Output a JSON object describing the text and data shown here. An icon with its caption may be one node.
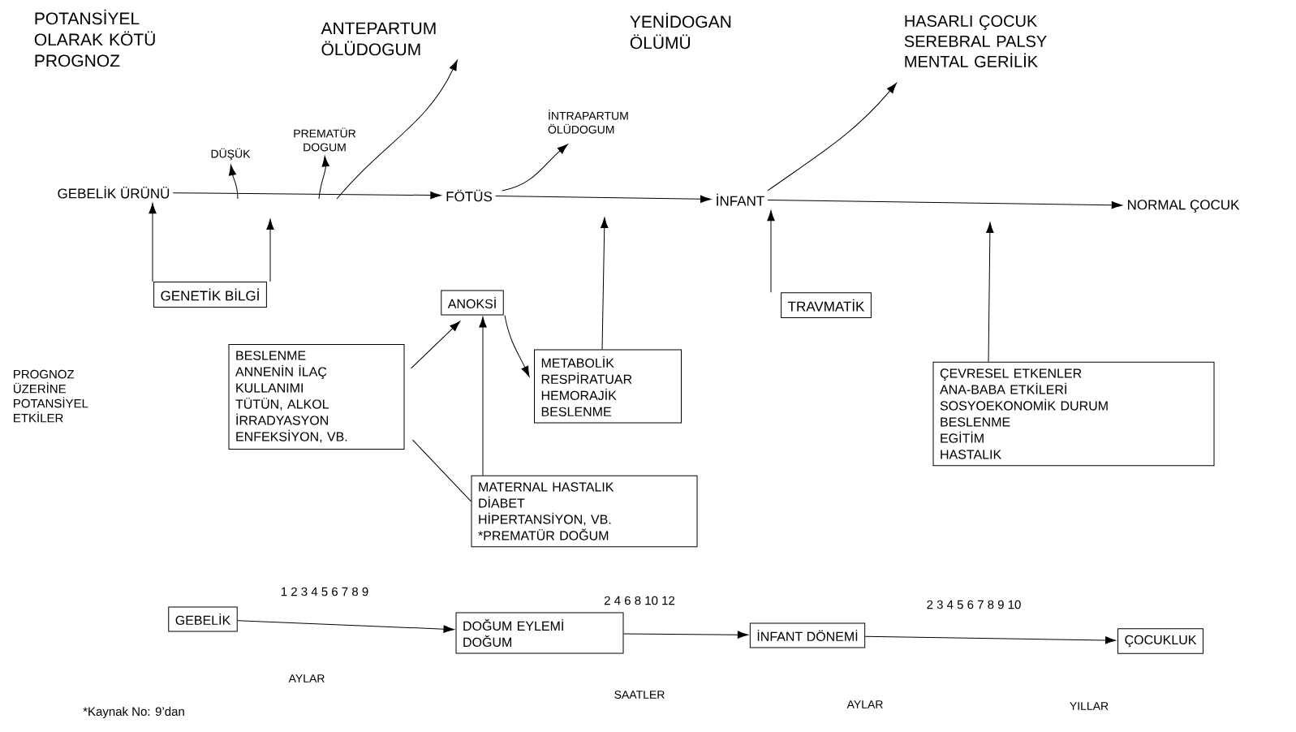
{
  "diagram": {
    "nodes": [
      {
        "text": [
          "GEBELİK ÜRÜNÜ"
        ]
      },
      {
        "text": [
          "FÖTÜS"
        ]
      },
      {
        "text": [
          "İNFANT"
        ]
      },
      {
        "text": [
          "NORMAL ÇOCUK"
        ]
      },
      {
        "text": [
          "ANTEPARTUM ÖLÜDOGUM"
        ]
      },
      {
        "text": [
          "DÜŞÜK"
        ]
      },
      {
        "text": [
          "PREMATÜR DOGUM"
        ]
      },
      {
        "text": [
          "İNTRAPARTUM ÖLÜDOGUM"
        ]
      },
      {
        "text": [
          "HASARLI ÇOCUK",
          "SEREBRAL PALSY MENTAL GERİLİK"
        ]
      },
      {
        "text": [
          "GENETİK BİLGİ"
        ]
      },
      {
        "text": [
          "ANOKSİ"
        ]
      },
      {
        "text": [
          "BESLENME",
          "ANNENİN İLAÇ KULLANIMI",
          "TÜTÜN, ALKOL",
          "İRRADYASYON",
          "ENFEKSİYON, VB."
        ]
      },
      {
        "text": [
          "METABOLİK",
          "RESPİRATUAR",
          "HEMORAJİK",
          "BESLENME"
        ]
      },
      {
        "text": [
          "MATERNAL HASTALIK",
          "DİABET",
          "HİPERTANSİYON, VB.",
          "*PREMATÜR DOĞUM"
        ]
      },
      {
        "text": [
          "TRAVMATİK"
        ]
      },
      {
        "text": [
          "ÇEVRESEL ETKENLER",
          "ANA-BABA ETKİLERİ",
          "SOSYOEKONOMİK DURUM",
          "BESLENME",
          "EGİTİM",
          "HASTALIK"
        ]
      },
      {
        "text": [
          "GEBELİK"
        ]
      },
      {
        "text": [
          "DOĞUM EYLEMİ",
          "DOĞUM"
        ]
      },
      {
        "text": [
          "İNFANT DÖNEMİ"
        ]
      },
      {
        "text": [
          "ÇOCUKLUK"
        ]
      }
    ],
    "edges": [
      {
        "from": 0,
        "to": 1,
        "arrow": "to"
      },
      {
        "from": 1,
        "to": 2,
        "arrow": "to"
      },
      {
        "from": 2,
        "to": 3,
        "arrow": "to"
      },
      {
        "from": null,
        "to": 5,
        "arrow": "to"
      },
      {
        "from": null,
        "to": 6,
        "arrow": "to"
      },
      {
        "from": null,
        "to": 4,
        "arrow": "to"
      },
      {
        "from": 1,
        "to": 7,
        "arrow": "to"
      },
      {
        "from": 2,
        "to": 8,
        "arrow": "to"
      },
      {
        "from": 9,
        "to": 0,
        "arrow": "to"
      },
      {
        "from": 9,
        "to": null,
        "arrow": "to"
      },
      {
        "from": 11,
        "to": 10,
        "arrow": "to"
      },
      {
        "from": 13,
        "to": 10,
        "arrow": "to"
      },
      {
        "from": 10,
        "to": 12,
        "arrow": "to"
      },
      {
        "from": 11,
        "to": 13,
        "arrow": "none"
      },
      {
        "from": 12,
        "to": null,
        "arrow": "to"
      },
      {
        "from": 14,
        "to": 2,
        "arrow": "to"
      },
      {
        "from": 15,
        "to": null,
        "arrow": "to"
      },
      {
        "from": 16,
        "to": 17,
        "arrow": "to"
      },
      {
        "from": 17,
        "to": 18,
        "arrow": "to"
      },
      {
        "from": 18,
        "to": 19,
        "arrow": "to"
      }
    ],
    "labels": [
      "POTANSİYEL OLARAK KÖTÜ PROGNOZ",
      "YENİDOGAN ÖLÜMÜ",
      "PROGNOZ ÜZERİNE POTANSİYEL ETKİLER",
      "1 2 3 4 5 6 7 8 9",
      "2 4 6 8 10 12",
      "2 3 4 5 6 7 8 9 10",
      "AYLAR",
      "SAATLER",
      "AYLAR",
      "YILLAR",
      "*Kaynak No: 9’dan"
    ]
  }
}
